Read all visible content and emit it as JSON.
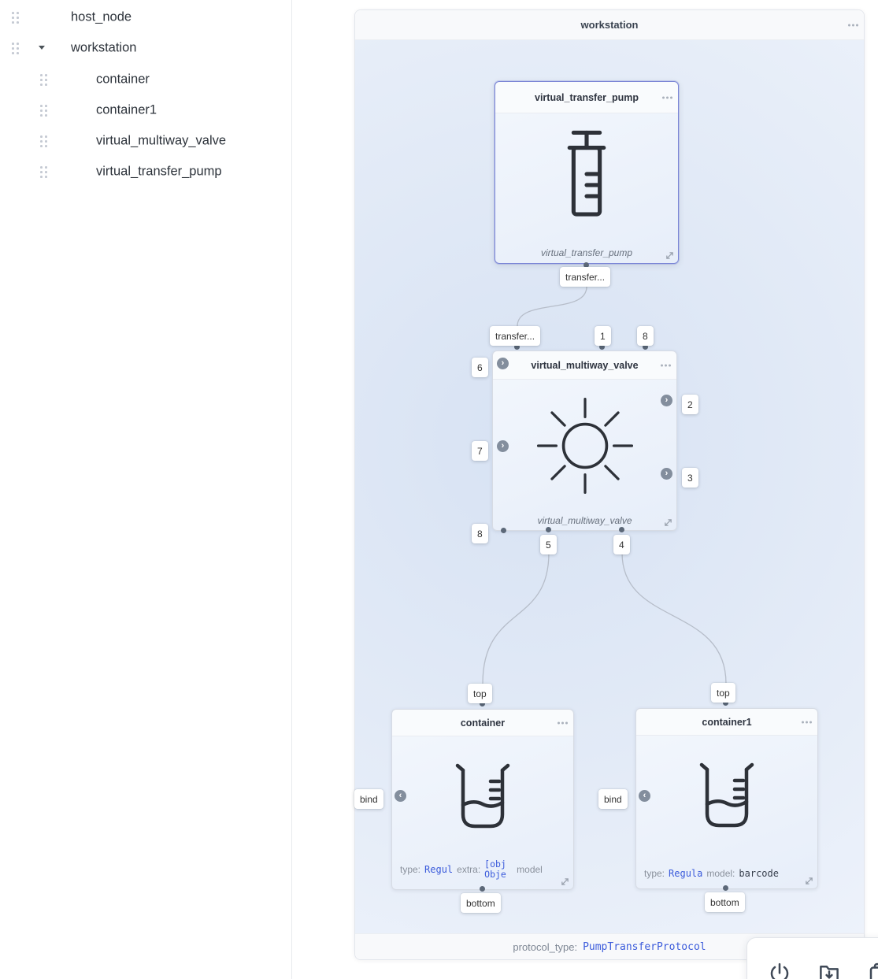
{
  "sidebar": {
    "items": [
      {
        "label": "host_node",
        "indent": 0,
        "has_caret": false
      },
      {
        "label": "workstation",
        "indent": 0,
        "has_caret": true
      },
      {
        "label": "container",
        "indent": 1
      },
      {
        "label": "container1",
        "indent": 1
      },
      {
        "label": "virtual_multiway_valve",
        "indent": 1
      },
      {
        "label": "virtual_transfer_pump",
        "indent": 1
      }
    ]
  },
  "panel": {
    "title": "workstation",
    "footer_key": "protocol_type:",
    "footer_value": "PumpTransferProtocol"
  },
  "nodes": {
    "pump": {
      "title": "virtual_transfer_pump",
      "subtitle": "virtual_transfer_pump",
      "icon": "syringe-icon"
    },
    "valve": {
      "title": "virtual_multiway_valve",
      "subtitle": "virtual_multiway_valve",
      "icon": "valve-sun-icon"
    },
    "container": {
      "title": "container",
      "icon": "beaker-icon",
      "props": {
        "type_key": "type:",
        "type_value": "Regul",
        "extra_key": "extra:",
        "extra_value": "[obj Obje",
        "model_key": "model"
      }
    },
    "container1": {
      "title": "container1",
      "icon": "beaker-icon",
      "props": {
        "type_key": "type:",
        "type_value": "Regula",
        "model_key": "model:",
        "model_value": "barcode"
      }
    }
  },
  "ports": {
    "pump_out": "transfer...",
    "valve_transfer": "transfer...",
    "valve_1": "1",
    "valve_8_top": "8",
    "valve_6": "6",
    "valve_7": "7",
    "valve_8_left": "8",
    "valve_2": "2",
    "valve_3": "3",
    "valve_5": "5",
    "valve_4": "4",
    "container_top": "top",
    "container_bottom": "bottom",
    "container_bind": "bind",
    "container1_top": "top",
    "container1_bottom": "bottom",
    "container1_bind": "bind"
  },
  "toolbar": {
    "icons": [
      "power-icon",
      "save-folder-icon",
      "copy-icon"
    ]
  },
  "colors": {
    "accent": "#3b5bdb",
    "selected_border": "#7b86d6",
    "canvas_center": "#d7e2f3",
    "canvas_edge": "#edf2fb"
  }
}
